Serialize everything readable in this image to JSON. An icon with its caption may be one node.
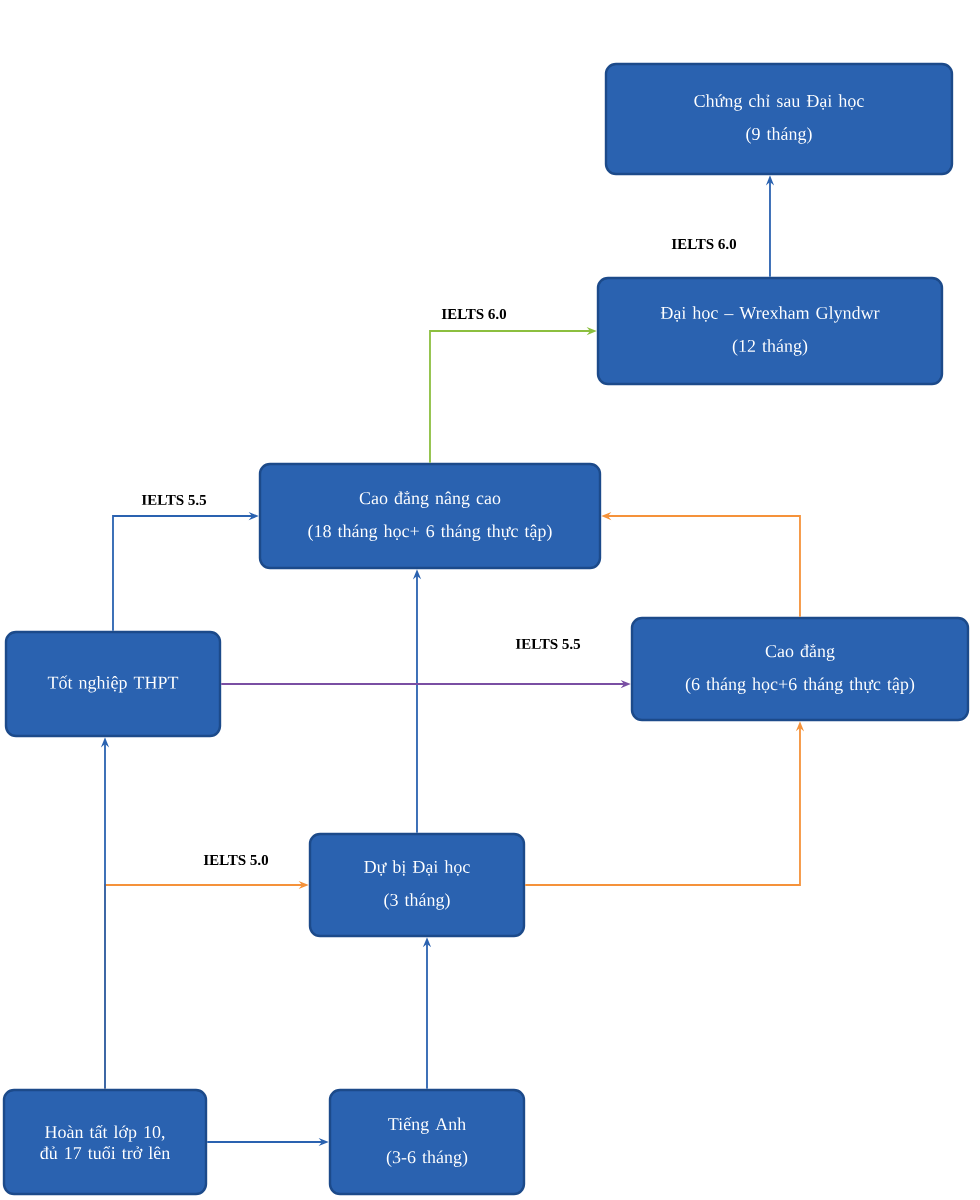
{
  "diagram": {
    "nodes": [
      {
        "text": [
          "Chứng chỉ sau Đại học",
          "(9 tháng)"
        ]
      },
      {
        "text": [
          "Đại học – Wrexham Glyndwr",
          "(12 tháng)"
        ]
      },
      {
        "text": [
          "Cao đẳng nâng cao",
          "(18 tháng học+ 6 tháng thực tập)"
        ]
      },
      {
        "text": [
          "Tốt nghiệp THPT"
        ]
      },
      {
        "text": [
          "Cao đẳng",
          "(6 tháng học+6 tháng thực tập)"
        ]
      },
      {
        "text": [
          "Dự bị Đại học",
          "(3 tháng)"
        ]
      },
      {
        "text": [
          "Hoàn tất lớp 10, đủ 17 tuổi trở lên"
        ]
      },
      {
        "text": [
          "Tiếng Anh",
          "(3-6 tháng)"
        ]
      }
    ],
    "edges": [
      {
        "from": 6,
        "to": 5,
        "arrow": "to",
        "label": "IELTS 5.0",
        "color": "#f5923a"
      },
      {
        "from": 6,
        "to": 3,
        "arrow": "to"
      },
      {
        "from": 6,
        "to": 7,
        "arrow": "to"
      },
      {
        "from": 7,
        "to": 5,
        "arrow": "to"
      },
      {
        "from": 5,
        "to": 2,
        "arrow": "to"
      },
      {
        "from": 5,
        "to": 4,
        "arrow": "to",
        "color": "#f5923a"
      },
      {
        "from": 4,
        "to": 2,
        "arrow": "to",
        "color": "#f5923a"
      },
      {
        "from": 3,
        "to": 2,
        "arrow": "to",
        "label": "IELTS 5.5"
      },
      {
        "from": 3,
        "to": 4,
        "arrow": "to",
        "label": "IELTS 5.5",
        "color": "#7a4fa3"
      },
      {
        "from": 2,
        "to": 1,
        "arrow": "to",
        "label": "IELTS 6.0",
        "color": "#8cbf3f"
      },
      {
        "from": 1,
        "to": 0,
        "arrow": "to",
        "label": "IELTS 6.0"
      }
    ]
  }
}
